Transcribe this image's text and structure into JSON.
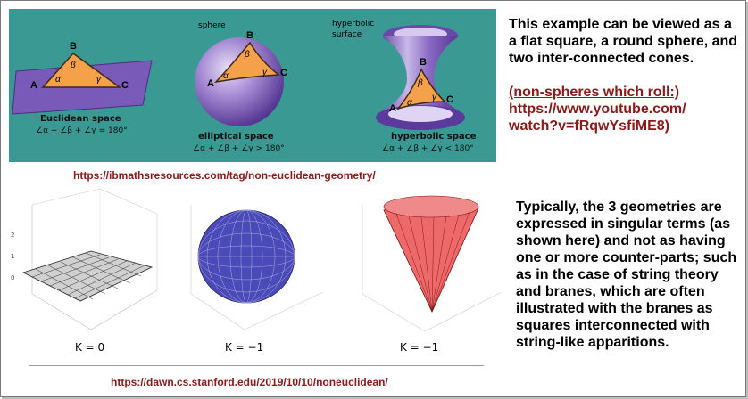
{
  "top_panel": {
    "euclidean": {
      "caption": "Euclidean space",
      "formula": "∠α + ∠β + ∠γ = 180°",
      "vertices": {
        "a": "A",
        "b": "B",
        "c": "C"
      },
      "angles": {
        "alpha": "α",
        "beta": "β",
        "gamma": "γ"
      }
    },
    "sphere": {
      "tag": "sphere",
      "caption": "elliptical space",
      "formula": "∠α + ∠β + ∠γ > 180°",
      "vertices": {
        "a": "A",
        "b": "B",
        "c": "C"
      },
      "angles": {
        "alpha": "α",
        "beta": "β",
        "gamma": "γ"
      }
    },
    "hyperbolic": {
      "tag_line1": "hyperbolic",
      "tag_line2": "surface",
      "caption": "hyperbolic space",
      "formula": "∠α + ∠β + ∠γ < 180°",
      "vertices": {
        "a": "A",
        "b": "B",
        "c": "C"
      },
      "angles": {
        "alpha": "α",
        "beta": "β",
        "gamma": "γ"
      }
    }
  },
  "right_top": {
    "text": "This example can be viewed as a a flat square, a round sphere, and two inter-connected cones.",
    "link_label": "(non-spheres which roll:)",
    "link_url_line1": "https://www.youtube.com/",
    "link_url_line2": "watch?v=fRqwYsfiME8)"
  },
  "source_top": "https://ibmathsresources.com/tag/non-euclidean-geometry/",
  "plots": {
    "flat": {
      "label": "K = 0"
    },
    "sphere": {
      "label": "K = −1"
    },
    "cone": {
      "label": "K = −1"
    }
  },
  "right_bottom": {
    "text": "Typically, the 3 geometries are expressed in singular terms (as shown here) and not as having one or more counter-parts; such as in the case of string theory and branes, which are often illustrated with the branes as squares interconnected with string-like apparitions."
  },
  "source_bottom": "https://dawn.cs.stanford.edu/2019/10/10/noneuclidean/",
  "colors": {
    "teal": "#3a9a93",
    "purple": "#7a5ab8",
    "orange": "#f5a04a",
    "maroon": "#8b1a1a",
    "red_cone": "#e8464a",
    "blue_sphere": "#3a3aa0"
  }
}
